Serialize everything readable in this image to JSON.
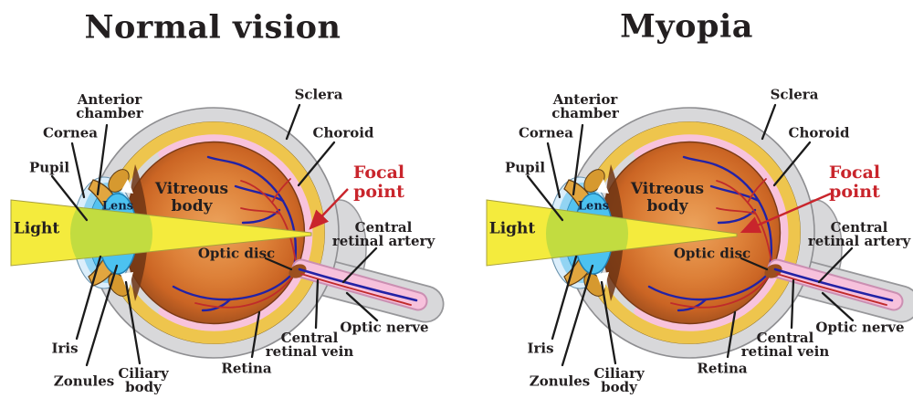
{
  "panels": [
    {
      "title": "Normal vision",
      "focal_point_location": "on retina",
      "labels": {
        "anterior_chamber": [
          "Anterior",
          "chamber"
        ],
        "cornea": "Cornea",
        "pupil": "Pupil",
        "light": "Light",
        "iris": "Iris",
        "zonules": "Zonules",
        "ciliary_body": [
          "Ciliary",
          "body"
        ],
        "retina": "Retina",
        "central_retinal_vein": [
          "Central",
          "retinal vein"
        ],
        "optic_nerve": "Optic nerve",
        "central_retinal_artery": [
          "Central",
          "retinal artery"
        ],
        "focal_point": [
          "Focal",
          "point"
        ],
        "sclera": "Sclera",
        "choroid": "Choroid",
        "vitreous_body": [
          "Vitreous",
          "body"
        ],
        "optic_disc": "Optic disc",
        "lens": "Lens"
      }
    },
    {
      "title": "Myopia",
      "focal_point_location": "in front of retina",
      "labels": {
        "anterior_chamber": [
          "Anterior",
          "chamber"
        ],
        "cornea": "Cornea",
        "pupil": "Pupil",
        "light": "Light",
        "iris": "Iris",
        "zonules": "Zonules",
        "ciliary_body": [
          "Ciliary",
          "body"
        ],
        "retina": "Retina",
        "central_retinal_vein": [
          "Central",
          "retinal vein"
        ],
        "optic_nerve": "Optic nerve",
        "central_retinal_artery": [
          "Central",
          "retinal artery"
        ],
        "focal_point": [
          "Focal",
          "point"
        ],
        "sclera": "Sclera",
        "choroid": "Choroid",
        "vitreous_body": [
          "Vitreous",
          "body"
        ],
        "optic_disc": "Optic disc",
        "lens": "Lens"
      }
    }
  ],
  "colors": {
    "background": "#ffffff",
    "label_text": "#231f20",
    "focal_point_red": "#c9252c",
    "light_beam_yellow": "#f4eb3d",
    "sclera_gray": "#d8d8da",
    "choroid_gold": "#eec54d",
    "retina_pink": "#f8c3dc",
    "vitreous_orange": "#dd8038",
    "lens_blue": "#4cc2f0",
    "iris_gold": "#e2a63f",
    "cornea_blue": "#54c2ef",
    "vessel_blue": "#2222a6",
    "vessel_red": "#c02b2b"
  }
}
